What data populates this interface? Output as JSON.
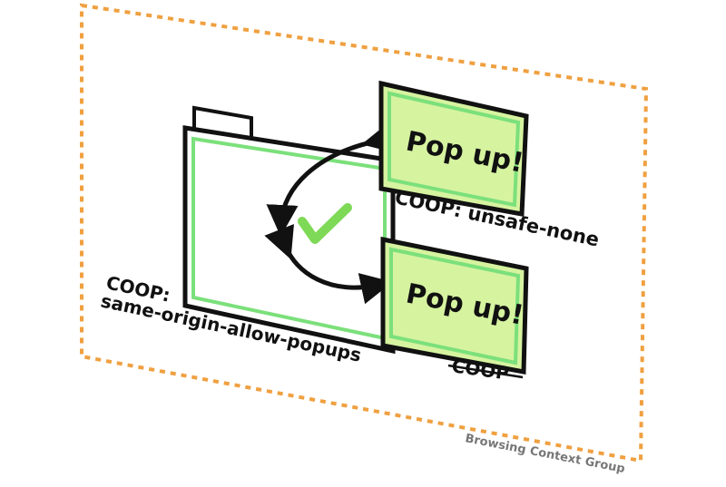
{
  "diagram": {
    "group_label": "Browsing Context Group",
    "opener_label_line1": "COOP:",
    "opener_label_line2": "same-origin-allow-popups",
    "popup_top_text": "Pop up!",
    "popup_top_label": "COOP: unsafe-none",
    "popup_bottom_text": "Pop up!",
    "popup_bottom_label": "COOP",
    "colors": {
      "group_border": "#f0a040",
      "window_fill": "#ffffff",
      "window_border": "#111111",
      "inner_border": "#7be07b",
      "popup_fill": "#d6f3a0",
      "check": "#7ed957"
    },
    "icons": [
      "check-icon",
      "arrow-icon"
    ]
  }
}
